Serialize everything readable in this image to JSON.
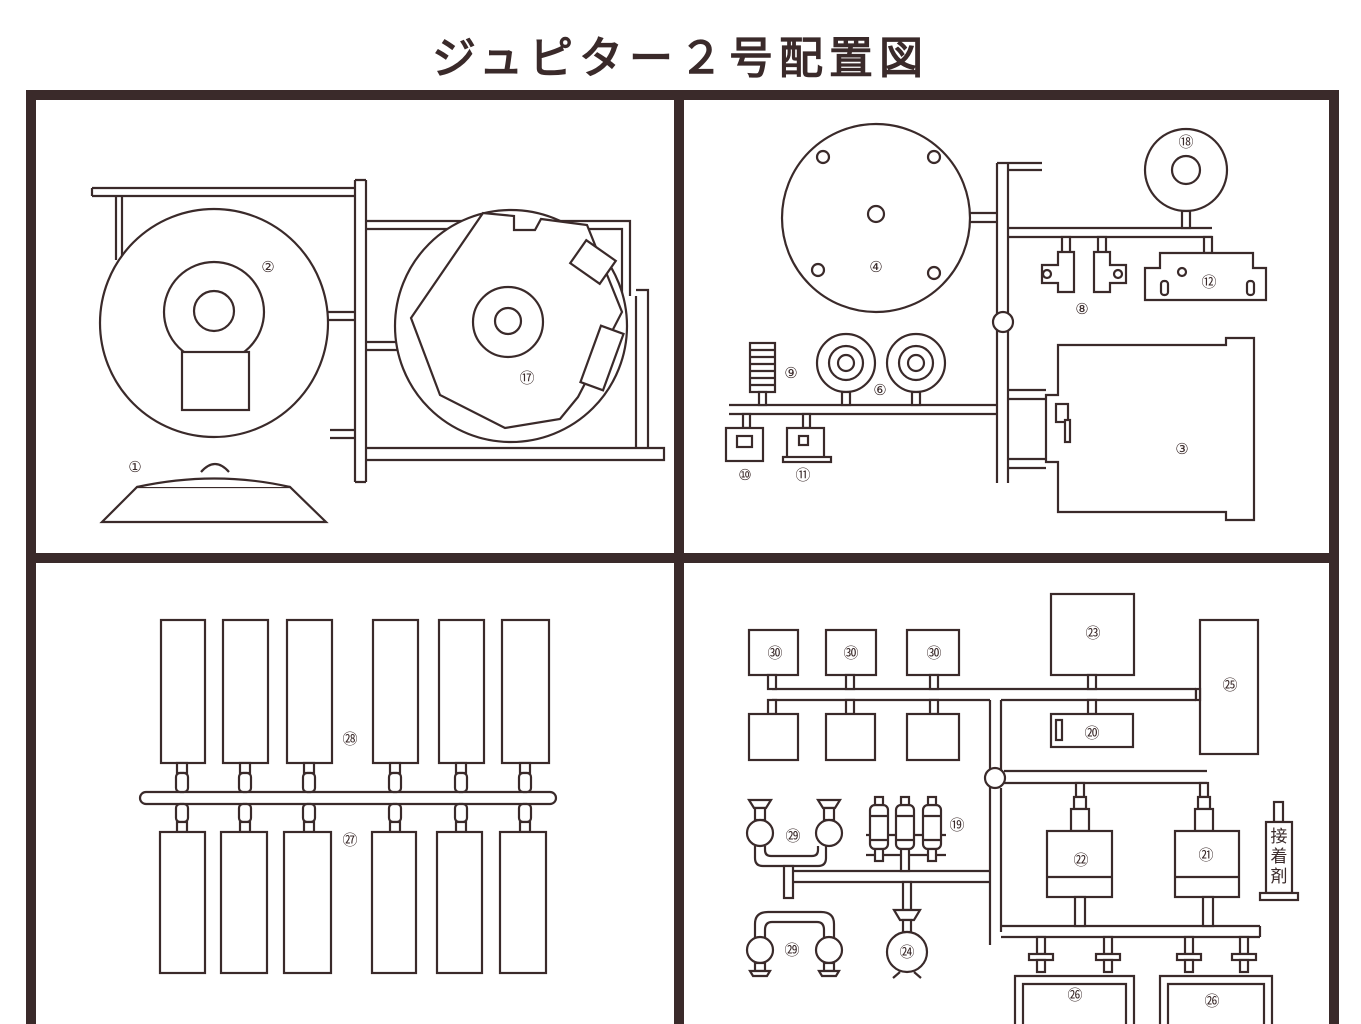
{
  "title": "ジュピター２号配置図",
  "labels": {
    "p1": "①",
    "p2": "②",
    "p3": "③",
    "p4": "④",
    "p6": "⑥",
    "p8": "⑧",
    "p9": "⑨",
    "p10": "⑩",
    "p11": "⑪",
    "p12": "⑫",
    "p17": "⑰",
    "p18": "⑱",
    "p19": "⑲",
    "p20": "⑳",
    "p21": "㉑",
    "p22": "㉒",
    "p23": "㉓",
    "p24": "㉔",
    "p25": "㉕",
    "p26a": "㉖",
    "p26b": "㉖",
    "p27": "㉗",
    "p28": "㉘",
    "p29a": "㉙",
    "p29b": "㉙",
    "p30a": "㉚",
    "p30b": "㉚",
    "p30c": "㉚"
  },
  "glue": {
    "c1": "接",
    "c2": "着",
    "c3": "剤"
  }
}
